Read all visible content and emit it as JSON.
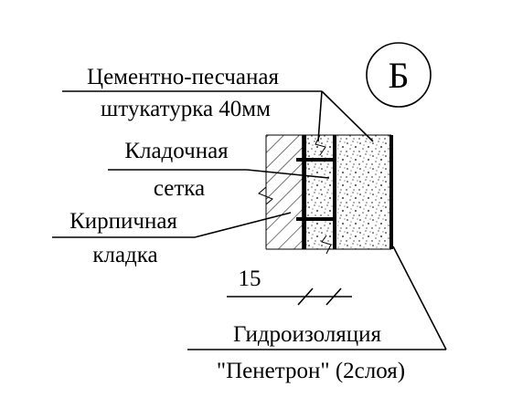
{
  "section_marker": "Б",
  "labels": {
    "plaster_line1": "Цементно-песчаная",
    "plaster_line2": "штукатурка  40мм",
    "mesh_line1": "Кладочная",
    "mesh_line2": "сетка",
    "brick_line1": "Кирпичная",
    "brick_line2": "кладка",
    "dimension": "15",
    "waterproof_line1": "Гидроизоляция",
    "waterproof_line2": "\"Пенетрон\" (2слоя)"
  }
}
